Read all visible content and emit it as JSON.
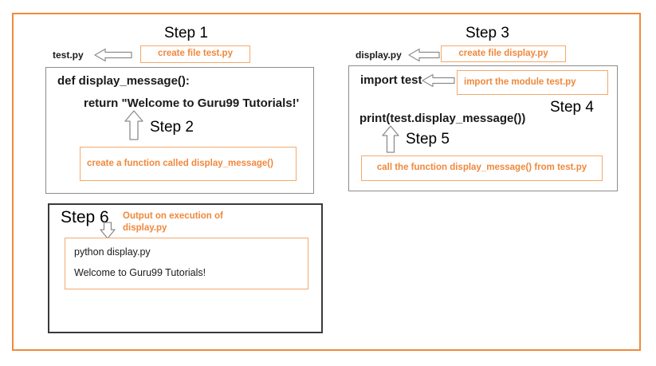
{
  "diagram": {
    "title_text_color": "#000000",
    "accent_color": "#F0883C",
    "frame_color": "#F08A3C",
    "box_border_color": "#8C8C8C",
    "dark_box_border_color": "#3A3A3A"
  },
  "steps": {
    "step1": "Step 1",
    "step2": "Step 2",
    "step3": "Step 3",
    "step4": "Step 4",
    "step5": "Step 5",
    "step6": "Step 6"
  },
  "left_panel": {
    "file_label": "test.py",
    "callout_create_file": "create file test.py",
    "code_line_1": "def display_message():",
    "code_line_2": "return \"Welcome to Guru99  Tutorials!'",
    "callout_function": "create  a function called display_message()"
  },
  "right_panel": {
    "file_label": "display.py",
    "callout_create_file": "create file display.py",
    "code_line_1": "import test",
    "callout_import": "import the module test.py",
    "code_line_2": "print(test.display_message())",
    "callout_call": "call the function display_message() from test.py"
  },
  "output_panel": {
    "note": "Output on execution of\ndisplay.py",
    "command_line": "python display.py",
    "output_line": "Welcome to Guru99 Tutorials!"
  },
  "icons": {
    "arrow_left": "arrow-left-icon",
    "arrow_up": "arrow-up-icon",
    "arrow_down": "arrow-down-icon"
  }
}
